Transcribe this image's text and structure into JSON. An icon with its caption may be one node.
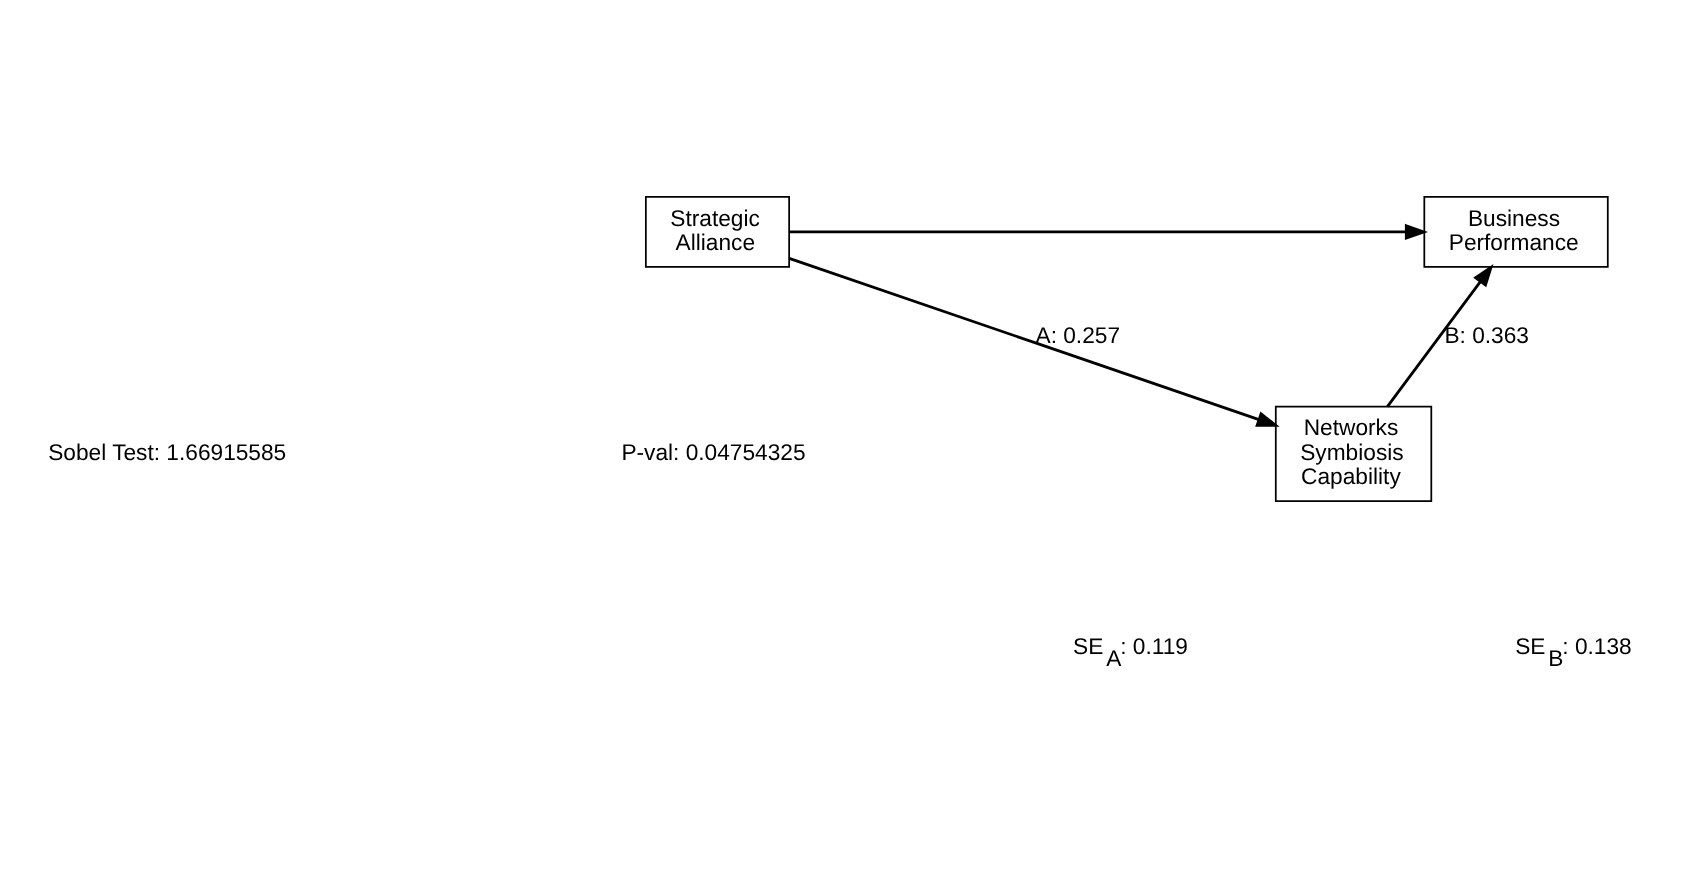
{
  "diagram": {
    "nodes": [
      {
        "text": [
          "Strategic Alliance"
        ]
      },
      {
        "text": [
          "Networks Symbiosis Capability"
        ]
      },
      {
        "text": [
          "Business Performance"
        ]
      }
    ],
    "edges": [
      {
        "from": 0,
        "to": 1,
        "arrow": "to",
        "label": "A: 0.257"
      },
      {
        "from": 1,
        "to": 2,
        "arrow": "to",
        "label": "B: 0.363"
      },
      {
        "from": 0,
        "to": 2,
        "arrow": "to"
      }
    ],
    "labels": [
      "SE$_{A}$: 0.119",
      "SE$_{B}$: 0.138",
      "Sobel Test: 1.66915585",
      "P-val: 0.04754325"
    ]
  }
}
